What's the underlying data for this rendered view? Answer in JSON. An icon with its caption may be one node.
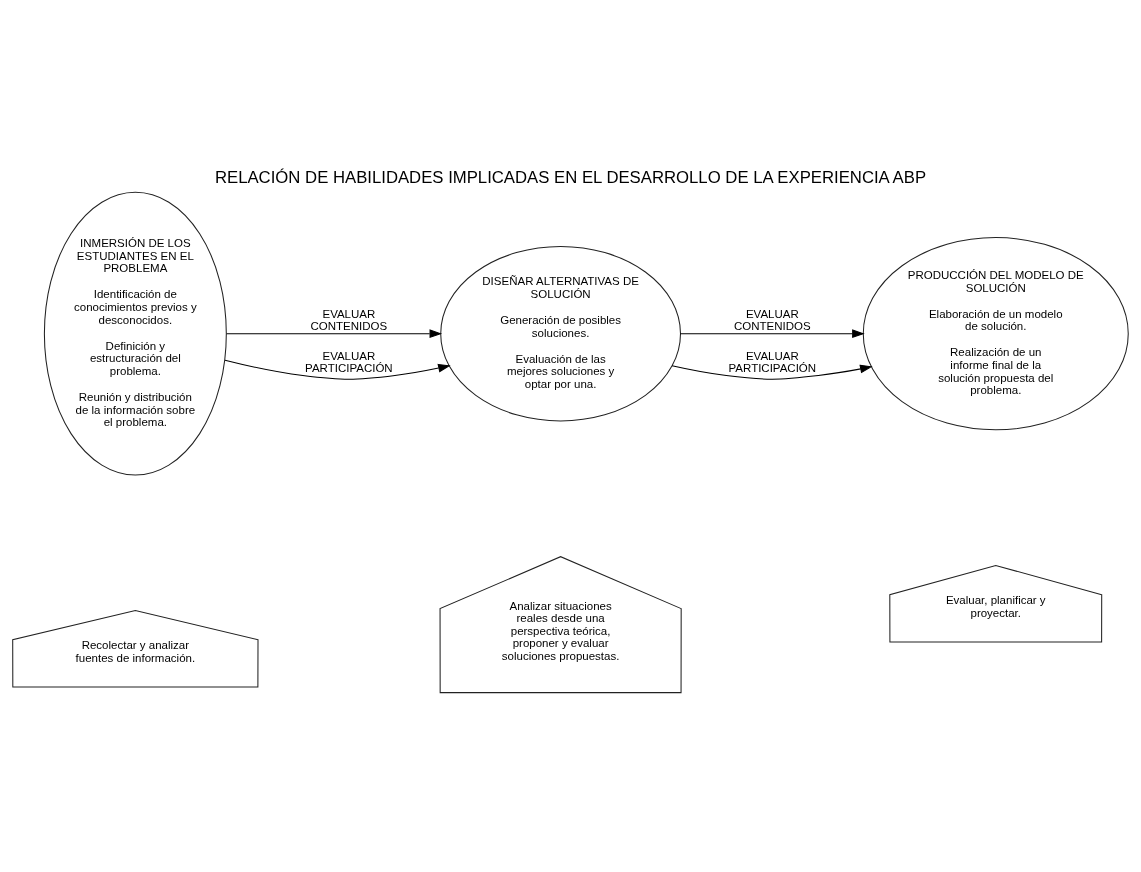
{
  "diagram": {
    "title": "RELACIÓN DE HABILIDADES IMPLICADAS EN EL DESARROLLO DE LA EXPERIENCIA ABP",
    "nodes": [
      {
        "text": [
          "INMERSIÓN DE LOS ESTUDIANTES EN EL PROBLEMA",
          "Identificación de conocimientos previos y desconocidos.",
          "Definición y estructuración del problema.",
          "Reunión y distribución de la información sobre el problema."
        ]
      },
      {
        "text": [
          "DISEÑAR ALTERNATIVAS DE SOLUCIÓN",
          "Generación de posibles soluciones.",
          "Evaluación de las mejores soluciones y optar por una."
        ]
      },
      {
        "text": [
          "PRODUCCIÓN DEL MODELO DE SOLUCIÓN",
          "Elaboración de un modelo de solución.",
          "Realización de un informe final de la solución propuesta del problema."
        ]
      },
      {
        "text": [
          "Recolectar y analizar fuentes de información."
        ]
      },
      {
        "text": [
          "Analizar situaciones reales desde una perspectiva teórica, proponer y evaluar soluciones propuestas."
        ]
      },
      {
        "text": [
          "Evaluar, planificar y proyectar."
        ]
      }
    ],
    "edges": [
      {
        "from": 0,
        "to": 1,
        "arrow": "to",
        "label": "EVALUAR CONTENIDOS"
      },
      {
        "from": 0,
        "to": 1,
        "arrow": "to",
        "label": "EVALUAR PARTICIPACIÓN"
      },
      {
        "from": 1,
        "to": 2,
        "arrow": "to",
        "label": "EVALUAR CONTENIDOS"
      },
      {
        "from": 1,
        "to": 2,
        "arrow": "to",
        "label": "EVALUAR PARTICIPACIÓN"
      }
    ]
  }
}
